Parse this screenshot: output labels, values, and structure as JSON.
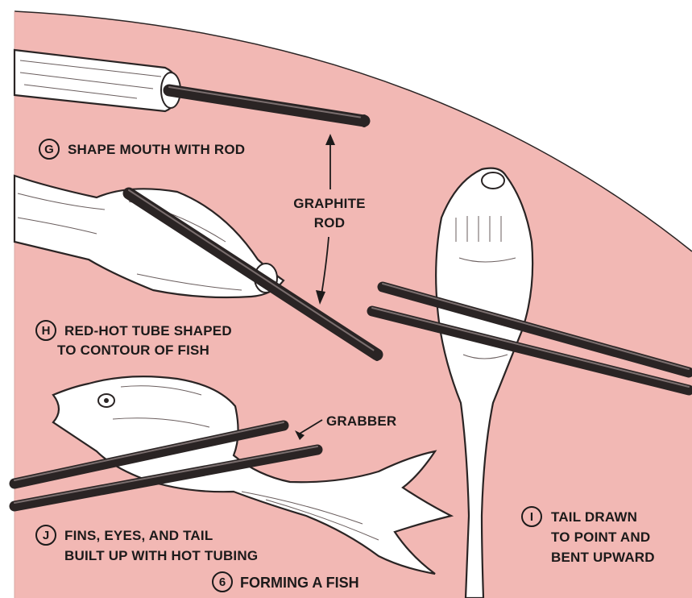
{
  "figure": {
    "step_g": {
      "letter": "G",
      "text": "SHAPE MOUTH WITH ROD"
    },
    "graphite_rod": {
      "line1": "GRAPHITE",
      "line2": "ROD"
    },
    "step_h": {
      "letter": "H",
      "line1": "RED-HOT TUBE SHAPED",
      "line2": "TO CONTOUR OF FISH"
    },
    "grabber": {
      "text": "GRABBER"
    },
    "step_i": {
      "letter": "I",
      "line1": "TAIL DRAWN",
      "line2": "TO POINT AND",
      "line3": "BENT UPWARD"
    },
    "step_j": {
      "letter": "J",
      "line1": "FINS, EYES, AND TAIL",
      "line2": "BUILT UP WITH HOT TUBING"
    },
    "caption": {
      "number": "6",
      "text": "FORMING A FISH"
    }
  },
  "colors": {
    "background_pink": "#f2b8b4",
    "page_white": "#ffffff",
    "ink": "#1c1a1a"
  }
}
